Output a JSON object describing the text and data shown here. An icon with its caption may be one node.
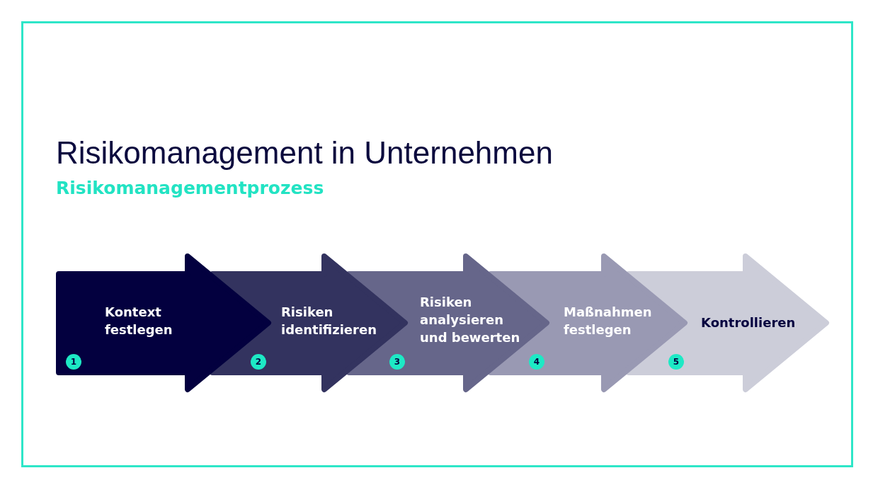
{
  "diagram": {
    "title": "Risikomanagement in Unternehmen",
    "nodes": [
      {
        "text": [
          "Kontext festlegen"
        ]
      },
      {
        "text": [
          "1"
        ],
        "in": 0
      },
      {
        "text": [
          "Risiken identifizieren"
        ]
      },
      {
        "text": [
          "2"
        ],
        "in": 2
      },
      {
        "text": [
          "Risiken analysieren und bewerten"
        ]
      },
      {
        "text": [
          "3"
        ],
        "in": 4
      },
      {
        "text": [
          "Maßnahmen festlegen"
        ]
      },
      {
        "text": [
          "4"
        ],
        "in": 6
      },
      {
        "text": [
          "Kontrollieren"
        ]
      },
      {
        "text": [
          "5"
        ],
        "in": 8
      }
    ],
    "labels": [
      "Risikomanagementprozess"
    ]
  }
}
